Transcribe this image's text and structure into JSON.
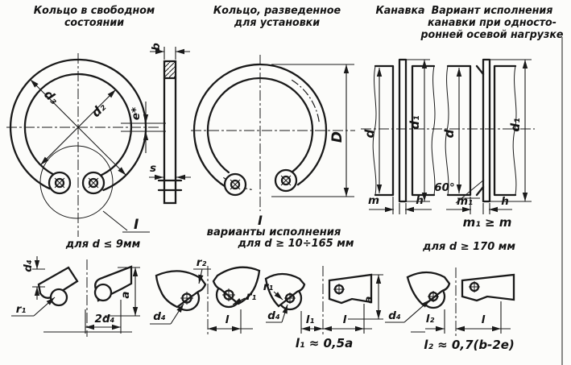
{
  "titles": {
    "ring_free": [
      "Кольцо в свободном",
      "состоянии"
    ],
    "ring_spread": [
      "Кольцо, разведенное",
      "для установки"
    ],
    "groove": "Канавка",
    "groove_variant": [
      "Вариант исполнения",
      "канавки при односто-",
      "ронней осевой нагрузке"
    ]
  },
  "section": {
    "view_mark": "I",
    "variants_title": "варианты исполнения"
  },
  "dims": {
    "d3": "d₃",
    "d2": "d₂",
    "e": "e*",
    "b": "b",
    "s": "s",
    "D": "D",
    "d": "d",
    "d1": "d₁",
    "m": "m",
    "h": "h",
    "angle": "60°",
    "m1": "m₁",
    "m1_rule": "m₁ ≥ m",
    "d4": "d₄",
    "r1": "r₁",
    "r2": "r₂",
    "a": "a",
    "two_d4": "2d₄",
    "l": "l",
    "l1": "l₁",
    "l2": "l₂",
    "detail": "I"
  },
  "variants": {
    "v1": "для d ≤ 9мм",
    "v2": "для d ≥ 10÷165 мм",
    "v3": "для d ≥ 170 мм",
    "f1": "l₁ ≈ 0,5a",
    "f2": "l₂ ≈ 0,7(b-2e)"
  },
  "ink_color": "#1a1a1a",
  "paper_color": "#fcfcfa"
}
